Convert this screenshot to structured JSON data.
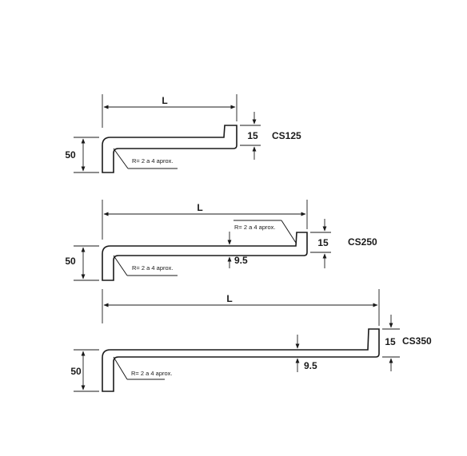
{
  "profiles": [
    {
      "name": "CS125",
      "length_label": "L",
      "height_label": "50",
      "lip_label": "15",
      "radius_note": "R= 2 a 4 aprox."
    },
    {
      "name": "CS250",
      "length_label": "L",
      "height_label": "50",
      "lip_label": "15",
      "thickness_label": "9.5",
      "radius_note": "R= 2 a 4 aprox."
    },
    {
      "name": "CS350",
      "length_label": "L",
      "height_label": "50",
      "lip_label": "15",
      "thickness_label": "9.5",
      "radius_note": "R= 2 a 4 aprox."
    }
  ]
}
